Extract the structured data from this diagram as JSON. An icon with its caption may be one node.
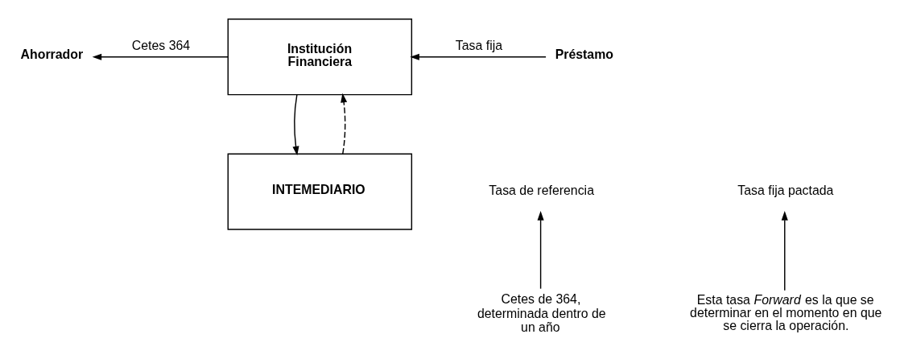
{
  "diagram": {
    "nodes": [
      {
        "text": [
          "Ahorrador"
        ]
      },
      {
        "text": [
          "Institución Financiera"
        ]
      },
      {
        "text": [
          "Préstamo"
        ]
      },
      {
        "text": [
          "Tasa de referencia"
        ]
      },
      {
        "text": [
          "INTEMEDIARIO"
        ]
      },
      {
        "text": [
          "Tasa fija pactada"
        ]
      },
      {
        "text": [
          "Cetes de 364, determinada dentro de un año"
        ]
      },
      {
        "text": [
          "Esta tasa *Forward* es la que se determinar en el momento en que se cierra la operación."
        ]
      }
    ],
    "edges": [
      {
        "from": 1,
        "to": 0,
        "arrow": "to",
        "label": "Cetes 364"
      },
      {
        "from": 2,
        "to": 1,
        "arrow": "to",
        "label": "Tasa fija"
      },
      {
        "from": 4,
        "to": 1,
        "arrow": "to",
        "style": "dashed"
      },
      {
        "from": 1,
        "to": 4,
        "arrow": "to"
      },
      {
        "from": 6,
        "to": 3,
        "arrow": "to"
      },
      {
        "from": 7,
        "to": 5,
        "arrow": "to"
      }
    ]
  }
}
